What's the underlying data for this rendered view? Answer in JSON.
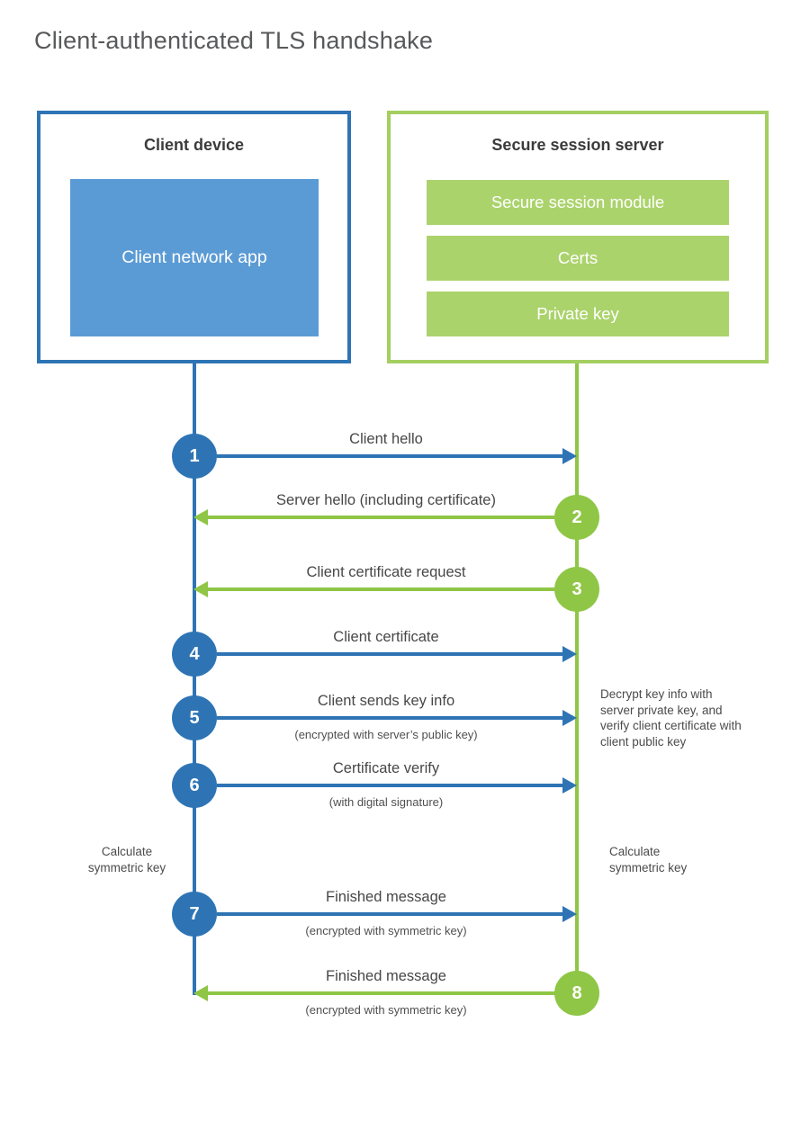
{
  "title": "Client-authenticated TLS handshake",
  "client": {
    "title": "Client device",
    "app": "Client network app"
  },
  "server": {
    "title": "Secure session server",
    "modules": [
      "Secure session module",
      "Certs",
      "Private key"
    ]
  },
  "messages": [
    {
      "step": "1",
      "label": "Client hello",
      "sublabel": "",
      "direction": "right",
      "from": "client",
      "to": "server"
    },
    {
      "step": "2",
      "label": "Server hello (including certificate)",
      "sublabel": "",
      "direction": "left",
      "from": "server",
      "to": "client"
    },
    {
      "step": "3",
      "label": "Client certificate request",
      "sublabel": "",
      "direction": "left",
      "from": "server",
      "to": "client"
    },
    {
      "step": "4",
      "label": "Client certificate",
      "sublabel": "",
      "direction": "right",
      "from": "client",
      "to": "server"
    },
    {
      "step": "5",
      "label": "Client sends key info",
      "sublabel": "(encrypted with server’s public key)",
      "direction": "right",
      "from": "client",
      "to": "server"
    },
    {
      "step": "6",
      "label": "Certificate verify",
      "sublabel": "(with digital signature)",
      "direction": "right",
      "from": "client",
      "to": "server"
    },
    {
      "step": "7",
      "label": "Finished message",
      "sublabel": "(encrypted with symmetric key)",
      "direction": "right",
      "from": "client",
      "to": "server"
    },
    {
      "step": "8",
      "label": "Finished message",
      "sublabel": "(encrypted with symmetric key)",
      "direction": "left",
      "from": "server",
      "to": "client"
    }
  ],
  "annotations": {
    "decrypt_note": "Decrypt key info with server private key, and verify client certificate with client public key",
    "calculate_left": "Calculate symmetric key",
    "calculate_right": "Calculate symmetric key"
  },
  "colors": {
    "blue": "#2e74b5",
    "light_blue": "#5b9bd5",
    "green": "#8fc646",
    "green_border": "#a4cf60",
    "light_green": "#abd36c"
  }
}
